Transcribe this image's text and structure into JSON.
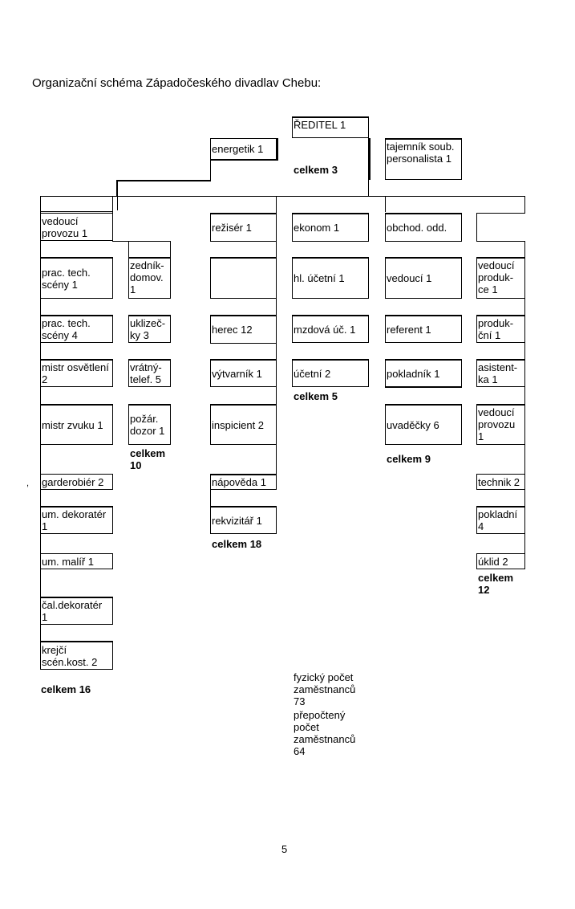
{
  "title": "Organizační schéma Západočeského divadlav Chebu:",
  "top": {
    "director": "ŘEDITEL 1",
    "energy": "energetik 1",
    "secretary": "tajemník soub.\npersonalista 1",
    "total": "celkem 3"
  },
  "col1": {
    "items": [
      "vedoucí\nprovozu 1",
      "prac. tech.\nscény 1",
      "prac. tech.\nscény 4",
      "mistr osvětlení\n2",
      "mistr zvuku 1",
      "garderobiér 2",
      "um. dekoratér\n1",
      "um. malíř 1",
      "čal.dekoratér\n1",
      "krejčí\nscén.kost. 2"
    ],
    "total": "celkem 16"
  },
  "col2": {
    "items": [
      "zedník-\ndomov.\n1",
      "uklizeč-\nky 3",
      "vrátný-\ntelef. 5",
      "požár.\ndozor 1"
    ],
    "total": "celkem\n10"
  },
  "col3": {
    "items": [
      "režisér 1",
      "herec 12",
      "výtvarník 1",
      "inspicient 2",
      "nápověda 1",
      "rekvizitář 1"
    ],
    "total": "celkem 18"
  },
  "col4": {
    "items": [
      "ekonom 1",
      "hl. účetní 1",
      "mzdová úč. 1",
      "účetní 2"
    ],
    "total": "celkem 5"
  },
  "col5": {
    "items": [
      "obchod. odd.",
      "vedoucí 1",
      "referent 1",
      "pokladník 1",
      "uvaděčky 6"
    ],
    "total": "celkem 9"
  },
  "col6": {
    "items": [
      "vedoucí\nproduk-\nce 1",
      "produk-\nční 1",
      "asistent-\nka 1",
      "vedoucí\nprovozu\n1",
      "technik 2",
      "pokladní\n4",
      "úklid 2"
    ],
    "total": "celkem\n12"
  },
  "summary": {
    "physical": "fyzický počet\nzaměstnanců\n73",
    "recalc": "přepočtený\npočet\nzaměstnanců\n64"
  },
  "page_number": "5",
  "stray_mark": ","
}
